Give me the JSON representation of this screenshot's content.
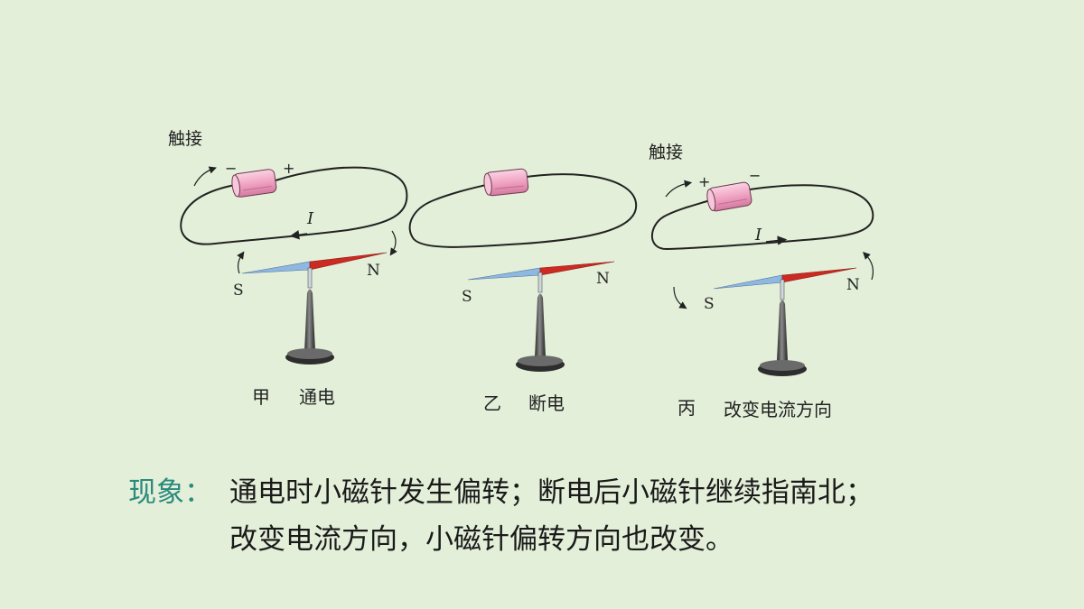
{
  "panels": [
    {
      "caption_letter": "甲",
      "caption_text": "通电",
      "touch_label": "触接",
      "left_sign": "−",
      "right_sign": "+",
      "current_label": "I",
      "south_label": "S",
      "north_label": "N"
    },
    {
      "caption_letter": "乙",
      "caption_text": "断电",
      "south_label": "S",
      "north_label": "N"
    },
    {
      "caption_letter": "丙",
      "caption_text": "改变电流方向",
      "touch_label": "触接",
      "left_sign": "+",
      "right_sign": "−",
      "current_label": "I",
      "south_label": "S",
      "north_label": "N"
    }
  ],
  "observation": {
    "label": "现象：",
    "line1": "通电时小磁针发生偏转；断电后小磁针继续指南北；",
    "line2": "改变电流方向，小磁针偏转方向也改变。"
  },
  "colors": {
    "background": "#e3efd9",
    "label_teal": "#2b8a7e",
    "needle_north": "#cc2a22",
    "needle_south": "#8fb8e0",
    "battery": "#f2a8c6"
  }
}
